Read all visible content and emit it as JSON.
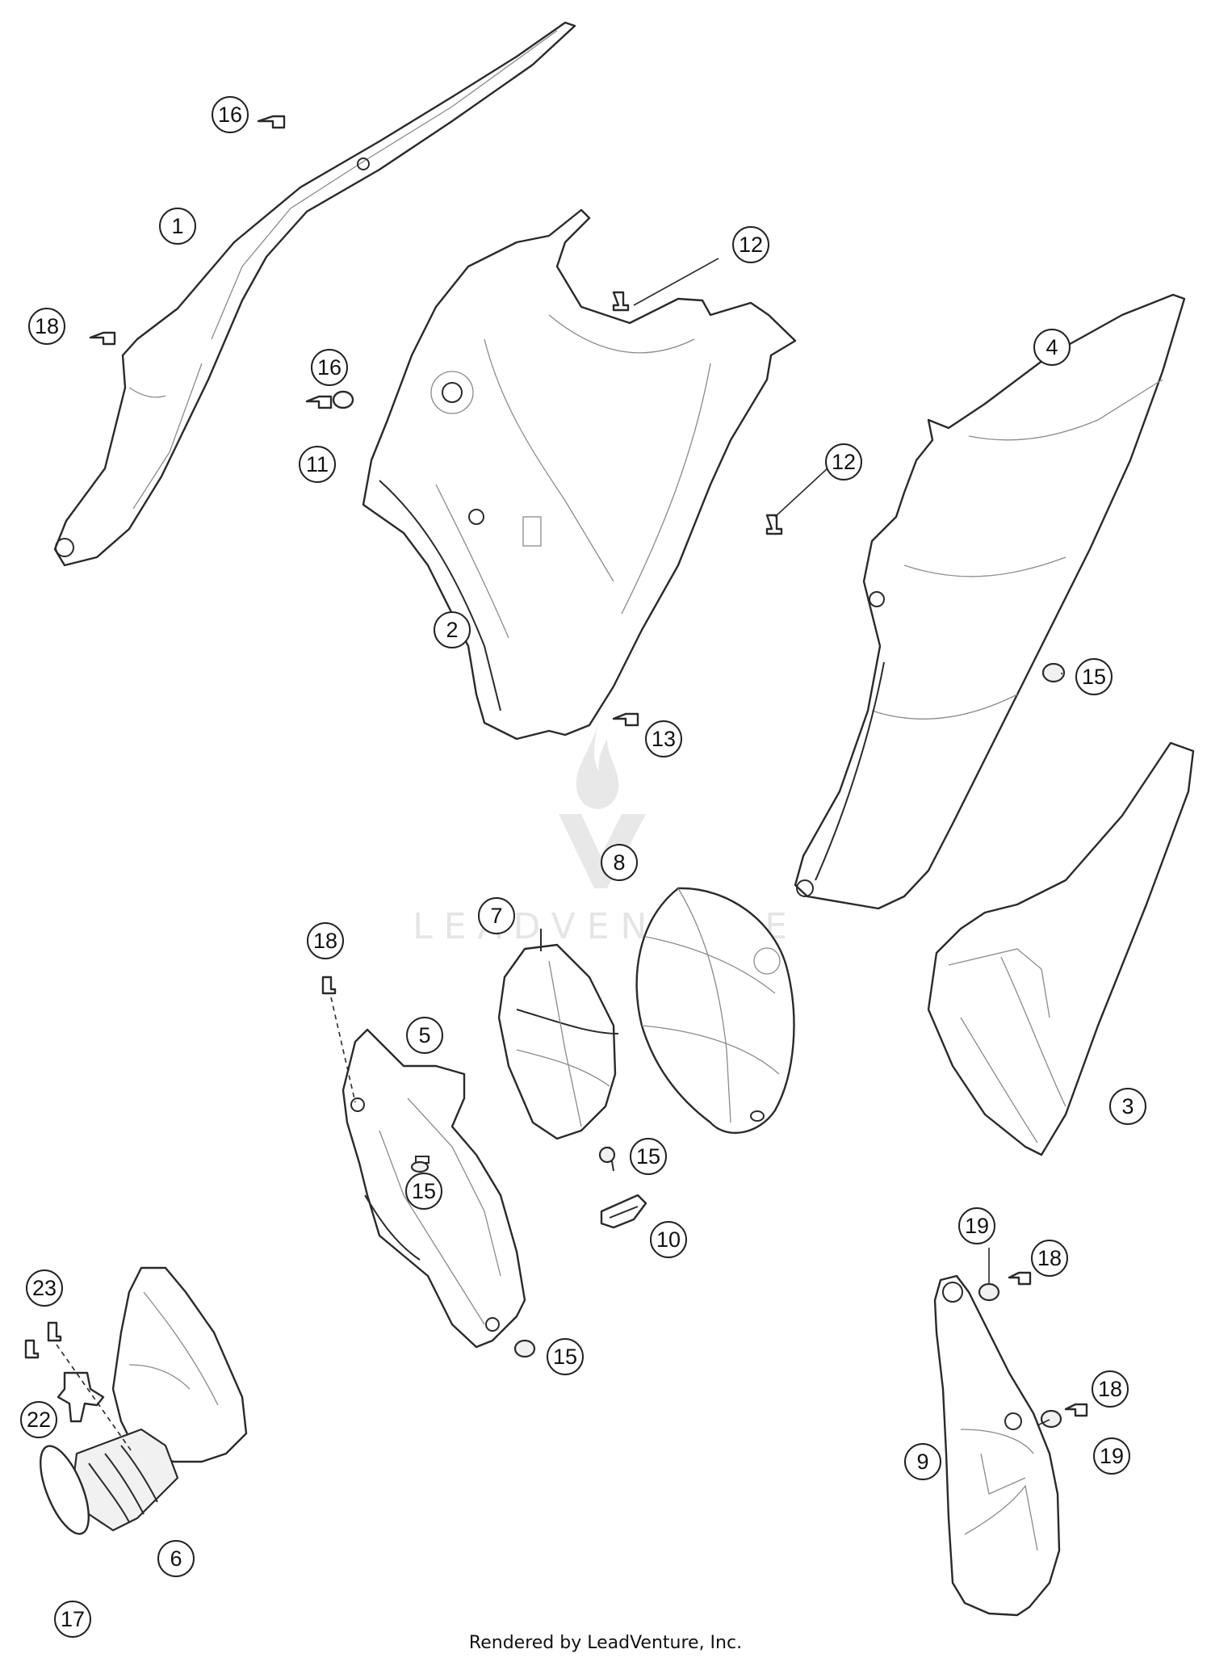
{
  "diagram": {
    "callouts": [
      {
        "id": "c1",
        "label": "1",
        "part": "left-rear-frame-strut"
      },
      {
        "id": "c2",
        "label": "2",
        "part": "airbox-housing"
      },
      {
        "id": "c3",
        "label": "3",
        "part": "side-cover-lower"
      },
      {
        "id": "c4",
        "label": "4",
        "part": "side-panel-right"
      },
      {
        "id": "c5",
        "label": "5",
        "part": "filter-cage-frame"
      },
      {
        "id": "c6",
        "label": "6",
        "part": "intake-boot"
      },
      {
        "id": "c7",
        "label": "7",
        "part": "filter-cage"
      },
      {
        "id": "c8",
        "label": "8",
        "part": "air-filter-element"
      },
      {
        "id": "c9",
        "label": "9",
        "part": "left-side-cover"
      },
      {
        "id": "c10",
        "label": "10",
        "part": "spring-clip"
      },
      {
        "id": "c11",
        "label": "11",
        "part": "nut"
      },
      {
        "id": "c12a",
        "label": "12",
        "part": "screw-top"
      },
      {
        "id": "c12b",
        "label": "12",
        "part": "screw-right"
      },
      {
        "id": "c13",
        "label": "13",
        "part": "screw-collar"
      },
      {
        "id": "c15a",
        "label": "15",
        "part": "grommet-right"
      },
      {
        "id": "c15b",
        "label": "15",
        "part": "grommet-cage"
      },
      {
        "id": "c15c",
        "label": "15",
        "part": "grommet-frame"
      },
      {
        "id": "c15d",
        "label": "15",
        "part": "grommet-lower"
      },
      {
        "id": "c16a",
        "label": "16",
        "part": "screw-top-left"
      },
      {
        "id": "c16b",
        "label": "16",
        "part": "screw-middle"
      },
      {
        "id": "c17",
        "label": "17",
        "part": "hose-clamp"
      },
      {
        "id": "c18a",
        "label": "18",
        "part": "screw-strut"
      },
      {
        "id": "c18b",
        "label": "18",
        "part": "screw-frame"
      },
      {
        "id": "c18c",
        "label": "18",
        "part": "screw-cover-top"
      },
      {
        "id": "c18d",
        "label": "18",
        "part": "screw-cover-bottom"
      },
      {
        "id": "c19a",
        "label": "19",
        "part": "washer-top"
      },
      {
        "id": "c19b",
        "label": "19",
        "part": "washer-bottom"
      },
      {
        "id": "c22",
        "label": "22",
        "part": "sensor"
      },
      {
        "id": "c23",
        "label": "23",
        "part": "sensor-screw"
      }
    ]
  },
  "watermark": {
    "text": "LEADVENTURE"
  },
  "footer": {
    "credit": "Rendered by LeadVenture, Inc."
  },
  "icons": [
    "flame-logo-icon",
    "lv-logo-icon"
  ]
}
